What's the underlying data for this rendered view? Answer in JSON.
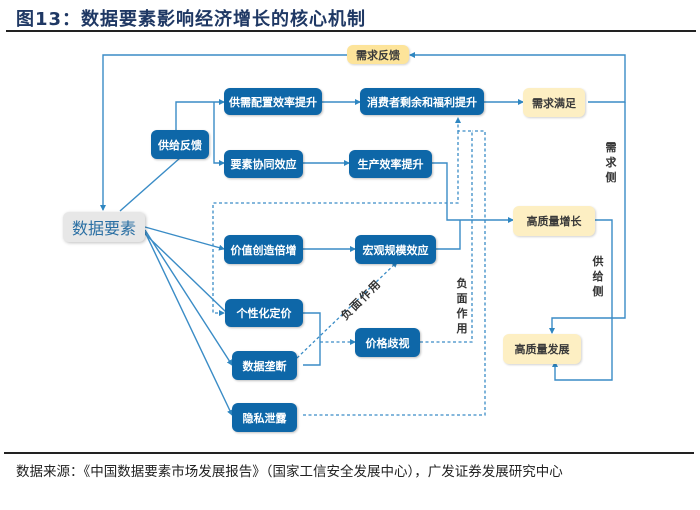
{
  "title": "图13：数据要素影响经济增长的核心机制",
  "source_text": "数据来源：《中国数据要素市场发展报告》（国家工信安全发展中心），广发证券发展研究中心",
  "colors": {
    "node_blue": "#0e67a8",
    "node_yellow": "#fdefc3",
    "node_yellow_header": "#fde49a",
    "line_blue": "#2e86c1",
    "title_navy": "#1f3864"
  },
  "nodes": {
    "data_elements": "数据要素",
    "supply_feedback": "供给反馈",
    "demand_feedback": "需求反馈",
    "supply_demand_allocation": "供需配置效率提升",
    "consumer_surplus": "消费者剩余和福利提升",
    "demand_satisfaction": "需求满足",
    "element_synergy": "要素协同效应",
    "productivity": "生产效率提升",
    "high_quality_growth": "高质量增长",
    "value_creation": "价值创造倍增",
    "macro_scale": "宏观规模效应",
    "personalized_pricing": "个性化定价",
    "data_monopoly": "数据垄断",
    "price_discrimination": "价格歧视",
    "privacy_leak": "隐私泄露",
    "high_quality_development": "高质量发展"
  },
  "labels": {
    "demand_side": "需求侧",
    "supply_side": "供给侧",
    "negative_effect_1": "负面作用",
    "negative_effect_2": "负面作用"
  }
}
